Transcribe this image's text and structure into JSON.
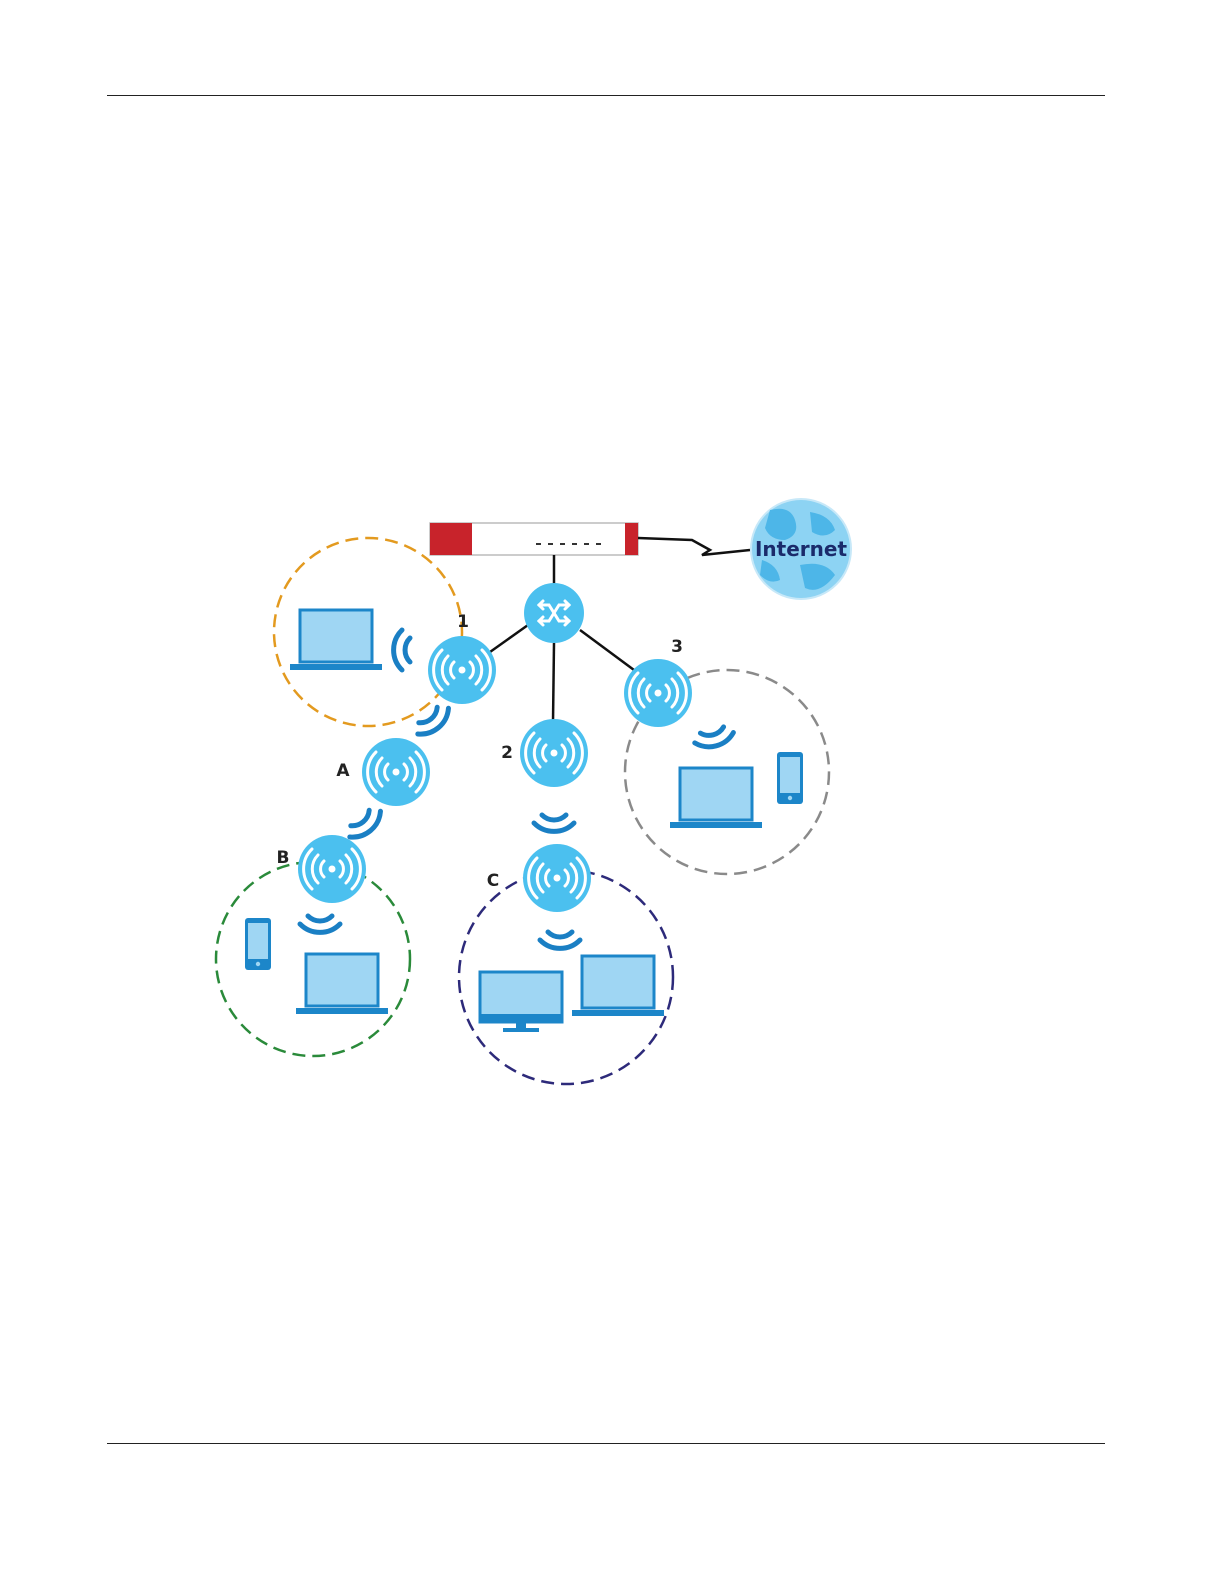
{
  "labels": {
    "ap1": "1",
    "ap2": "2",
    "ap3": "3",
    "apA": "A",
    "apB": "B",
    "apC": "C",
    "internet": "Internet"
  },
  "colors": {
    "access_point": "#4bc0ef",
    "device_screen": "#9fd6f3",
    "device_outline": "#1c86c9",
    "signal_waves": "#1a7fc4",
    "firewall_red": "#c8232b",
    "zone_1": "#e39a1f",
    "zone_3": "#8a8a8a",
    "zone_B": "#2a8a3a",
    "zone_C": "#2d2a7a",
    "globe": "#6cc4ee"
  },
  "icons": {
    "firewall": "firewall-icon",
    "switch": "switch-icon",
    "access_point": "wireless-ap-icon",
    "laptop": "laptop-icon",
    "phone": "phone-icon",
    "monitor": "desktop-monitor-icon",
    "globe": "globe-icon"
  }
}
